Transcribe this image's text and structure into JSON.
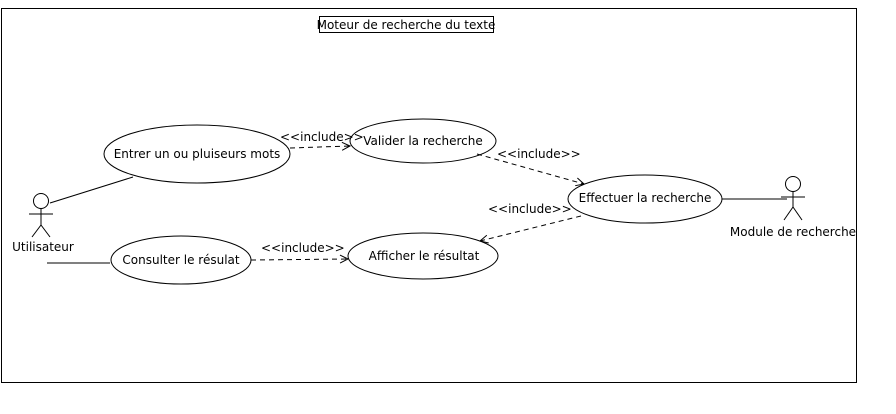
{
  "diagram": {
    "title": "Moteur de recherche du texte",
    "actors": {
      "user": "Utilisateur",
      "module": "Module de recherche"
    },
    "use_cases": {
      "enter_words": "Entrer un ou pluiseurs mots",
      "validate": "Valider la recherche",
      "perform": "Effectuer la recherche",
      "display": "Afficher le résultat",
      "consult": "Consulter le résulat"
    },
    "relation_label": "<<include>>"
  }
}
